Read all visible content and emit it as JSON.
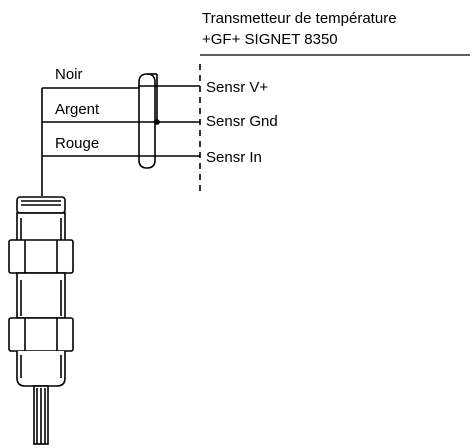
{
  "transmitter": {
    "title_line1": "Transmetteur de température",
    "title_line2": "+GF+ SIGNET 8350"
  },
  "wires": [
    {
      "color_label": "Noir",
      "terminal": "Sensr V+"
    },
    {
      "color_label": "Argent",
      "terminal": "Sensr Gnd"
    },
    {
      "color_label": "Rouge",
      "terminal": "Sensr In"
    }
  ]
}
